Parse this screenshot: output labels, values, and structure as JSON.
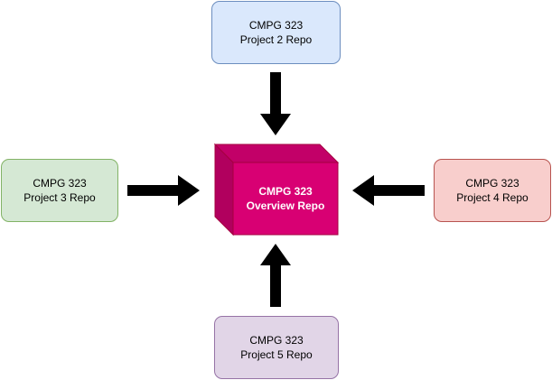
{
  "nodes": {
    "top": {
      "line1": "CMPG 323",
      "line2": "Project 2 Repo",
      "fill": "#dae8fc",
      "stroke": "#6c8ebf"
    },
    "left": {
      "line1": "CMPG 323",
      "line2": "Project 3 Repo",
      "fill": "#d5e8d4",
      "stroke": "#82b366"
    },
    "right": {
      "line1": "CMPG 323",
      "line2": "Project 4 Repo",
      "fill": "#f8cecc",
      "stroke": "#b85450"
    },
    "bottom": {
      "line1": "CMPG 323",
      "line2": "Project 5 Repo",
      "fill": "#e1d5e7",
      "stroke": "#9673a6"
    }
  },
  "center": {
    "line1": "CMPG 323",
    "line2": "Overview Repo",
    "fill": "#d80073",
    "stroke": "#a50040"
  },
  "arrow_color": "#000000",
  "edges": [
    {
      "from": "top",
      "to": "center"
    },
    {
      "from": "left",
      "to": "center"
    },
    {
      "from": "right",
      "to": "center"
    },
    {
      "from": "bottom",
      "to": "center"
    }
  ]
}
